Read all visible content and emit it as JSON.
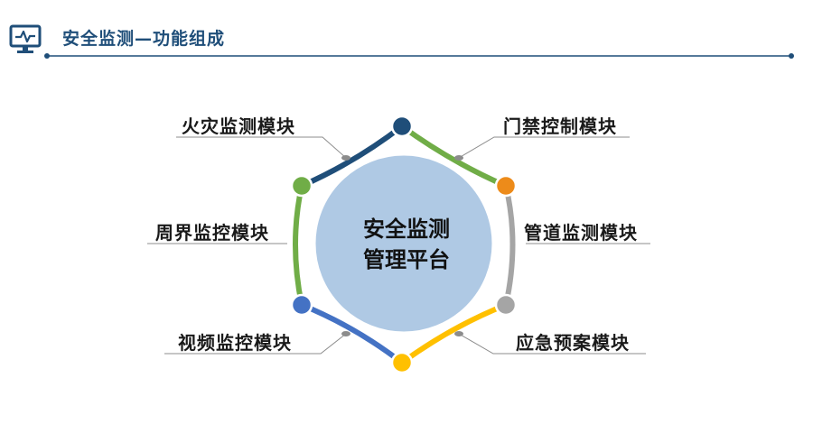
{
  "header": {
    "title": "安全监测—功能组成",
    "icon": "monitor-pulse-icon"
  },
  "center": {
    "line1": "安全监测",
    "line2": "管理平台"
  },
  "modules": [
    {
      "label": "火灾监测模块",
      "color": "#1f4e79"
    },
    {
      "label": "门禁控制模块",
      "color": "#70ad47"
    },
    {
      "label": "周界监控模块",
      "color": "#70ad47"
    },
    {
      "label": "管道监测模块",
      "color": "#a5a5a5"
    },
    {
      "label": "视频监控模块",
      "color": "#4472c4"
    },
    {
      "label": "应急预案模块",
      "color": "#ffc000"
    }
  ],
  "colors": {
    "accent": "#1f4e79",
    "circle": "#afc9e4",
    "node_orange": "#ed8b1a",
    "line_gray": "#8c8c8c"
  }
}
